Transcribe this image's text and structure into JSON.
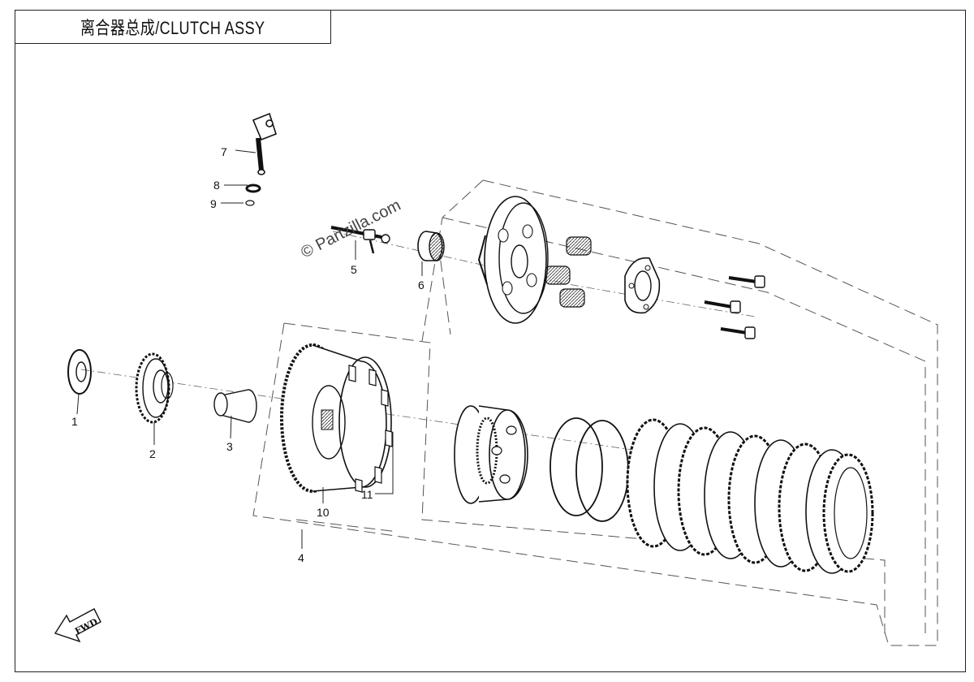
{
  "title": "离合器总成/CLUTCH ASSY",
  "watermark": "© Partzilla.com",
  "fwd_label": "FWD",
  "callouts": [
    {
      "id": "1",
      "label": "1"
    },
    {
      "id": "2",
      "label": "2"
    },
    {
      "id": "3",
      "label": "3"
    },
    {
      "id": "4",
      "label": "4"
    },
    {
      "id": "5",
      "label": "5"
    },
    {
      "id": "6",
      "label": "6"
    },
    {
      "id": "7",
      "label": "7"
    },
    {
      "id": "8",
      "label": "8"
    },
    {
      "id": "9",
      "label": "9"
    },
    {
      "id": "10",
      "label": "10"
    },
    {
      "id": "11",
      "label": "11"
    }
  ]
}
